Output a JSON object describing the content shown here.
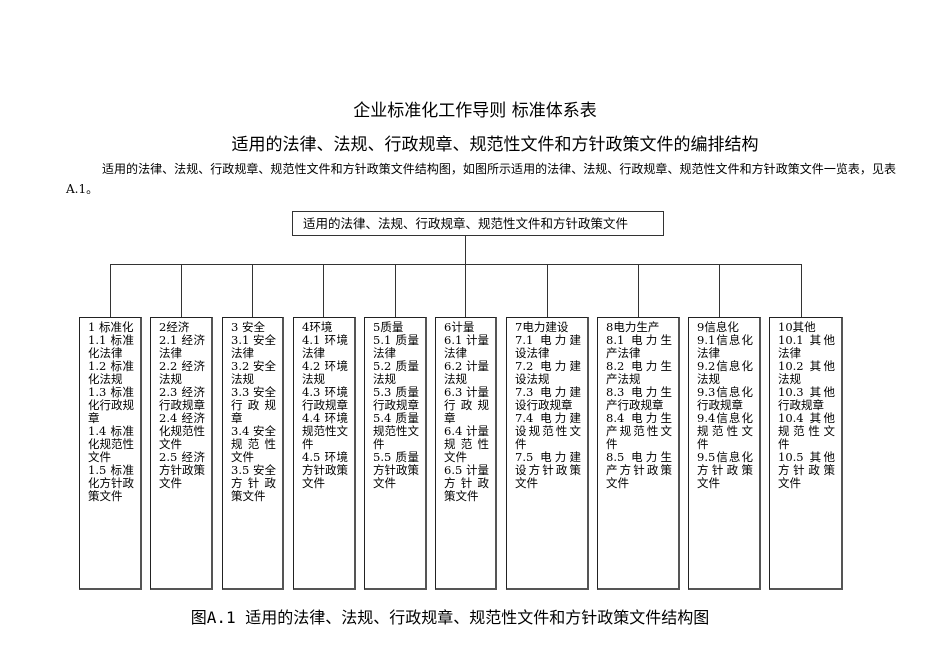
{
  "document": {
    "title": "企业标准化工作导则  标准体系表",
    "subtitle": "适用的法律、法规、行政规章、规范性文件和方针政策文件的编排结构",
    "intro": "适用的法律、法规、行政规章、规范性文件和方针政策文件结构图，如图所示适用的法律、法规、行政规章、规范性文件和方针政策文件一览表，见表 A.1。",
    "caption": "图A.1  适用的法律、法规、行政规章、规范性文件和方针政策文件结构图"
  },
  "diagram": {
    "root": "适用的法律、法规、行政规章、规范性文件和方针政策文件",
    "children": [
      {
        "items": [
          "1 标准化",
          "1.1 标准化法律",
          "1.2 标准化法规",
          "1.3 标准化行政规章",
          "1.4 标准化规范性文件",
          "1.5 标准化方针政策文件"
        ]
      },
      {
        "items": [
          "2经济",
          "2.1 经济法律",
          "2.2 经济法规",
          "2.3 经济行政规章",
          "2.4 经济化规范性文件",
          "2.5 经济方针政策文件"
        ]
      },
      {
        "items": [
          "3 安全",
          "3.1 安全法律",
          "3.2 安全法规",
          "3.3 安全行政规章",
          "3.4 安全规范性文件",
          "3.5 安全方针政策文件"
        ]
      },
      {
        "items": [
          "4环境",
          "4.1 环境法律",
          "4.2 环境法规",
          "4.3 环境行政规章",
          "4.4 环境规范性文件",
          "4.5 环境方针政策文件"
        ]
      },
      {
        "items": [
          "5质量",
          "5.1 质量法律",
          "5.2 质量法规",
          "5.3 质量行政规章",
          "5.4 质量规范性文件",
          "5.5 质量方针政策文件"
        ]
      },
      {
        "items": [
          "6计量",
          "6.1 计量法律",
          "6.2 计量法规",
          "6.3 计量行政规章",
          "6.4 计量规范性文件",
          "6.5 计量方针政策文件"
        ]
      },
      {
        "items": [
          "7电力建设",
          "7.1 电力建设法律",
          "7.2 电力建设法规",
          "7.3 电力建设行政规章",
          "7.4 电力建设规范性文件",
          "7.5 电力建设方针政策文件"
        ]
      },
      {
        "items": [
          "8电力生产",
          "8.1 电力生产法律",
          "8.2 电力生产法规",
          "8.3 电力生产行政规章",
          "8.4 电力生产规范性文件",
          "8.5 电力生产方针政策文件"
        ]
      },
      {
        "items": [
          "9信息化",
          "9.1信息化法律",
          "9.2信息化法规",
          "9.3信息化行政规章",
          "9.4信息化规范性文件",
          "9.5信息化方针政策文件"
        ]
      },
      {
        "items": [
          "10其他",
          "10.1 其他法律",
          "10.2 其他法规",
          "10.3 其他行政规章",
          "10.4 其他规范性文件",
          "10.5 其他方针政策文件"
        ]
      }
    ]
  }
}
